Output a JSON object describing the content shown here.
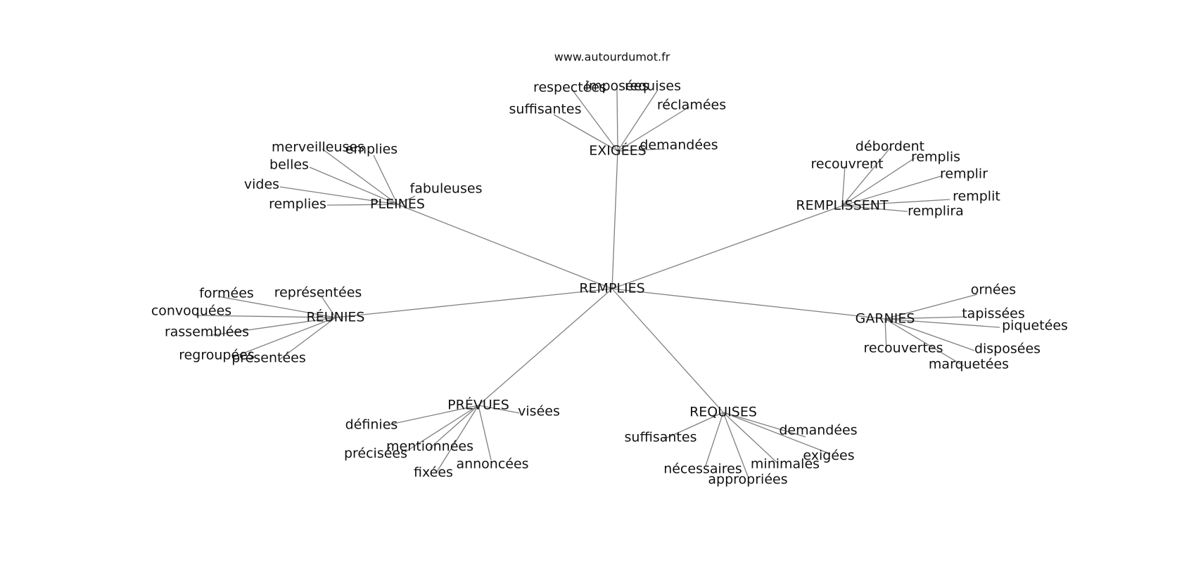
{
  "source": "www.autourdumot.fr",
  "center": "REMPLIES",
  "clusters": [
    {
      "hub": "EXIGÉES",
      "leaves": [
        "respectées",
        "imposées",
        "requises",
        "suffisantes",
        "réclamées",
        "demandées"
      ]
    },
    {
      "hub": "PLEINES",
      "leaves": [
        "merveilleuses",
        "emplies",
        "belles",
        "vides",
        "fabuleuses",
        "remplies"
      ]
    },
    {
      "hub": "REMPLISSENT",
      "leaves": [
        "débordent",
        "recouvrent",
        "remplis",
        "remplir",
        "remplit",
        "remplira"
      ]
    },
    {
      "hub": "RÉUNIES",
      "leaves": [
        "formées",
        "représentées",
        "convoquées",
        "rassemblées",
        "regroupées",
        "présentées"
      ]
    },
    {
      "hub": "GARNIES",
      "leaves": [
        "ornées",
        "tapissées",
        "piquetées",
        "recouvertes",
        "disposées",
        "marquetées"
      ]
    },
    {
      "hub": "PRÉVUES",
      "leaves": [
        "visées",
        "définies",
        "mentionnées",
        "précisées",
        "annoncées",
        "fixées"
      ]
    },
    {
      "hub": "REQUISES",
      "leaves": [
        "suffisantes",
        "demandées",
        "exigées",
        "minimales",
        "nécessaires",
        "appropriées"
      ]
    }
  ]
}
